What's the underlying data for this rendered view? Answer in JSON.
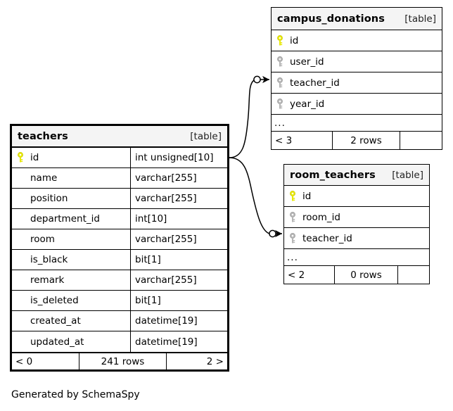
{
  "diagram": {
    "generator_note": "Generated by SchemaSpy",
    "table_tag": "[table]",
    "ellipsis": "...",
    "colors": {
      "primary_key": "#e8e80b",
      "foreign_key": "#b5b5b5",
      "header_background": "#f4f4f4",
      "border": "#000000",
      "background": "#ffffff"
    }
  },
  "tables": {
    "teachers": {
      "name": "teachers",
      "tag": "[table]",
      "is_focus": true,
      "columns": [
        {
          "key": "primary-key-icon",
          "name": "id",
          "type": "int unsigned[10]"
        },
        {
          "key": "none",
          "name": "name",
          "type": "varchar[255]"
        },
        {
          "key": "none",
          "name": "position",
          "type": "varchar[255]"
        },
        {
          "key": "none",
          "name": "department_id",
          "type": "int[10]"
        },
        {
          "key": "none",
          "name": "room",
          "type": "varchar[255]"
        },
        {
          "key": "none",
          "name": "is_black",
          "type": "bit[1]"
        },
        {
          "key": "none",
          "name": "remark",
          "type": "varchar[255]"
        },
        {
          "key": "none",
          "name": "is_deleted",
          "type": "bit[1]"
        },
        {
          "key": "none",
          "name": "created_at",
          "type": "datetime[19]"
        },
        {
          "key": "none",
          "name": "updated_at",
          "type": "datetime[19]"
        }
      ],
      "has_ellipsis": false,
      "footer": {
        "left": "< 0",
        "center": "241 rows",
        "right": "2 >"
      }
    },
    "campus_donations": {
      "name": "campus_donations",
      "tag": "[table]",
      "is_focus": false,
      "columns": [
        {
          "key": "primary-key-icon",
          "name": "id"
        },
        {
          "key": "foreign-key-icon",
          "name": "user_id"
        },
        {
          "key": "foreign-key-icon",
          "name": "teacher_id"
        },
        {
          "key": "foreign-key-icon",
          "name": "year_id"
        }
      ],
      "has_ellipsis": true,
      "footer": {
        "left": "< 3",
        "center": "2 rows",
        "right": ""
      }
    },
    "room_teachers": {
      "name": "room_teachers",
      "tag": "[table]",
      "is_focus": false,
      "columns": [
        {
          "key": "primary-key-icon",
          "name": "id"
        },
        {
          "key": "foreign-key-icon",
          "name": "room_id"
        },
        {
          "key": "foreign-key-icon",
          "name": "teacher_id"
        }
      ],
      "has_ellipsis": true,
      "footer": {
        "left": "< 2",
        "center": "0 rows",
        "right": ""
      }
    }
  },
  "relationships": [
    {
      "from_table": "teachers",
      "from_column": "id",
      "to_table": "campus_donations",
      "to_column": "teacher_id"
    },
    {
      "from_table": "teachers",
      "from_column": "id",
      "to_table": "room_teachers",
      "to_column": "teacher_id"
    }
  ]
}
